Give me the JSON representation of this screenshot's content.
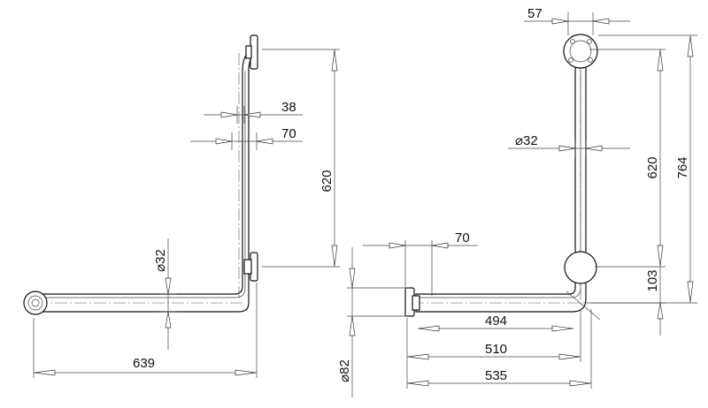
{
  "drawing": {
    "left_view": {
      "dimensions": {
        "height": "620",
        "length": "639",
        "flange_offset": "38",
        "flange_width": "70",
        "diameter": "⌀32"
      }
    },
    "right_view": {
      "dimensions": {
        "flange_width": "57",
        "diameter": "⌀32",
        "height_inner": "620",
        "height_total": "764",
        "corner": "103",
        "flange_offset": "70",
        "len_a": "494",
        "len_b": "510",
        "len_c": "535",
        "flange_diameter": "⌀82"
      }
    }
  }
}
